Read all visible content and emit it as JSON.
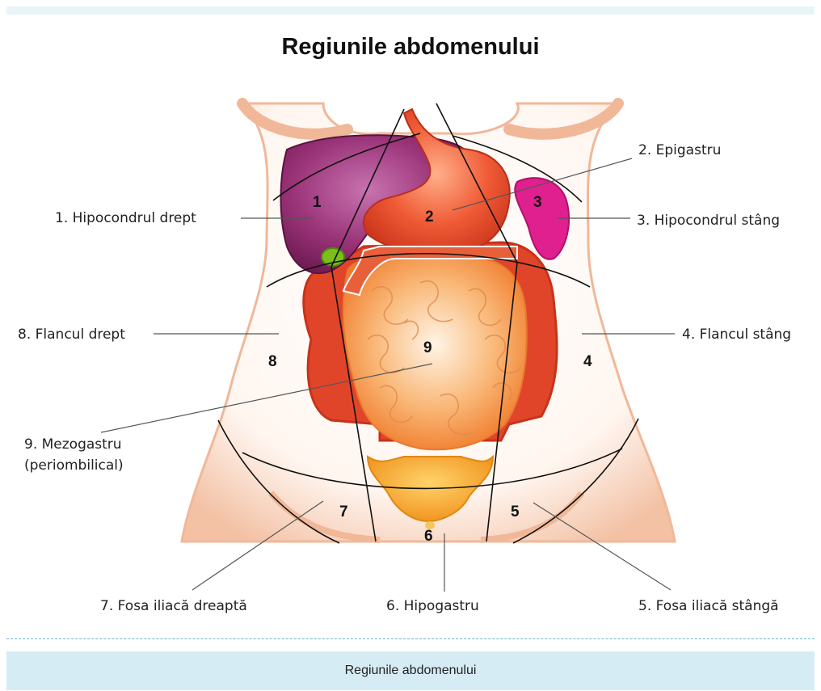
{
  "title": "Regiunile abdomenului",
  "caption": "Regiunile abdomenului",
  "labels": {
    "r1": "1. Hipocondrul drept",
    "r2": "2. Epigastru",
    "r3": "3. Hipocondrul stâng",
    "r4": "4. Flancul stâng",
    "r5": "5. Fosa iliacă stângă",
    "r6": "6. Hipogastru",
    "r7": "7. Fosa iliacă dreaptă",
    "r8": "8. Flancul drept",
    "r9a": "9. Mezogastru",
    "r9b": "(periombilical)"
  },
  "numbers": {
    "n1": "1",
    "n2": "2",
    "n3": "3",
    "n4": "4",
    "n5": "5",
    "n6": "6",
    "n7": "7",
    "n8": "8",
    "n9": "9"
  },
  "colors": {
    "skin": "#f6c7ad",
    "liver": "#8a2a6a",
    "stomach": "#e84a2a",
    "spleen": "#e0208f",
    "gallbladder": "#7bbf1a",
    "intestine": "#f7a04a",
    "colon": "#e0452a",
    "bladder": "#f29a1c",
    "caption_bg": "#d6ecf4"
  }
}
